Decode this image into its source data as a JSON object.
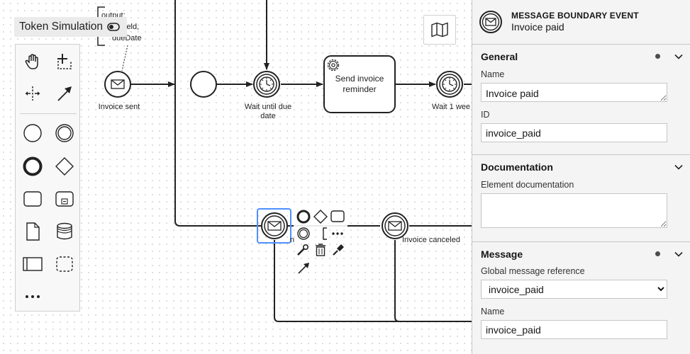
{
  "toolbar": {
    "token_simulation_label": "Token Simulation"
  },
  "palette": {
    "tools": [
      {
        "name": "hand-tool",
        "icon": "hand-icon"
      },
      {
        "name": "lasso-tool",
        "icon": "lasso-icon"
      },
      {
        "name": "space-tool",
        "icon": "space-tool-icon"
      },
      {
        "name": "global-connect-tool",
        "icon": "connect-arrow-icon"
      },
      {
        "name": "create-start-event",
        "icon": "start-event-icon"
      },
      {
        "name": "create-intermediate-event",
        "icon": "intermediate-event-icon"
      },
      {
        "name": "create-end-event",
        "icon": "end-event-icon"
      },
      {
        "name": "create-gateway",
        "icon": "gateway-icon"
      },
      {
        "name": "create-task",
        "icon": "task-icon"
      },
      {
        "name": "create-subprocess",
        "icon": "subprocess-icon"
      },
      {
        "name": "create-data-object",
        "icon": "data-object-icon"
      },
      {
        "name": "create-data-store",
        "icon": "data-store-icon"
      },
      {
        "name": "create-pool",
        "icon": "pool-icon"
      },
      {
        "name": "create-group",
        "icon": "group-icon"
      },
      {
        "name": "more-tools",
        "icon": "more-icon"
      }
    ]
  },
  "diagram": {
    "annotation_lines": [
      "output:",
      "ield,",
      "dueDate"
    ],
    "labels": {
      "invoice_sent": "Invoice sent",
      "wait_until_due_1": "Wait until due",
      "wait_until_due_2": "date",
      "send_reminder_1": "Send invoice",
      "send_reminder_2": "reminder",
      "wait_week": "Wait 1 wee",
      "invoice_canceled": "Invoice canceled",
      "partial_label": "n"
    }
  },
  "panel": {
    "element_type": "MESSAGE BOUNDARY EVENT",
    "element_name": "Invoice paid",
    "groups": {
      "general": {
        "title": "General",
        "name_label": "Name",
        "name_value": "Invoice paid",
        "id_label": "ID",
        "id_value": "invoice_paid"
      },
      "documentation": {
        "title": "Documentation",
        "doc_label": "Element documentation",
        "doc_value": ""
      },
      "message": {
        "title": "Message",
        "ref_label": "Global message reference",
        "ref_value": "invoice_paid",
        "name_label": "Name",
        "name_value": "invoice_paid"
      }
    }
  },
  "colors": {
    "selection": "#4d90ff",
    "panel_bg": "#f4f4f4",
    "stroke": "#222222"
  }
}
